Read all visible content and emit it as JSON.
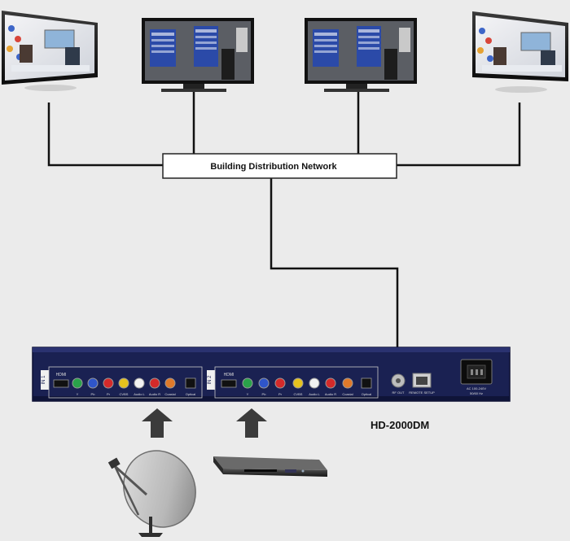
{
  "network_label": "Building Distribution Network",
  "device_model": "HD-2000DM",
  "panel": {
    "input1_tag": "IN 1",
    "input2_tag": "IN 2",
    "rf_out": "RF OUT",
    "remote_setup": "REMOTE SETUP",
    "power_rating": "AC 100-240V",
    "power_freq": "50/60 Hz",
    "port_hdmi": "HDMI",
    "port_labels": [
      "Y",
      "Pb",
      "Pr",
      "CVBS",
      "Audio L",
      "Audio R",
      "Coaxial",
      "Optical"
    ]
  },
  "colors": {
    "background": "#ebebeb",
    "device_body": "#1a2152",
    "line": "#111111",
    "rca_green": "#2aa24a",
    "rca_blue": "#2f55c9",
    "rca_red": "#d42a2a",
    "rca_yellow": "#e6c21e",
    "rca_white": "#f2f2f2",
    "rca_orange": "#e07a2a"
  },
  "icons": [
    "tv-screen-icon",
    "satellite-dish-icon",
    "dvd-player-icon",
    "up-arrow-icon"
  ]
}
